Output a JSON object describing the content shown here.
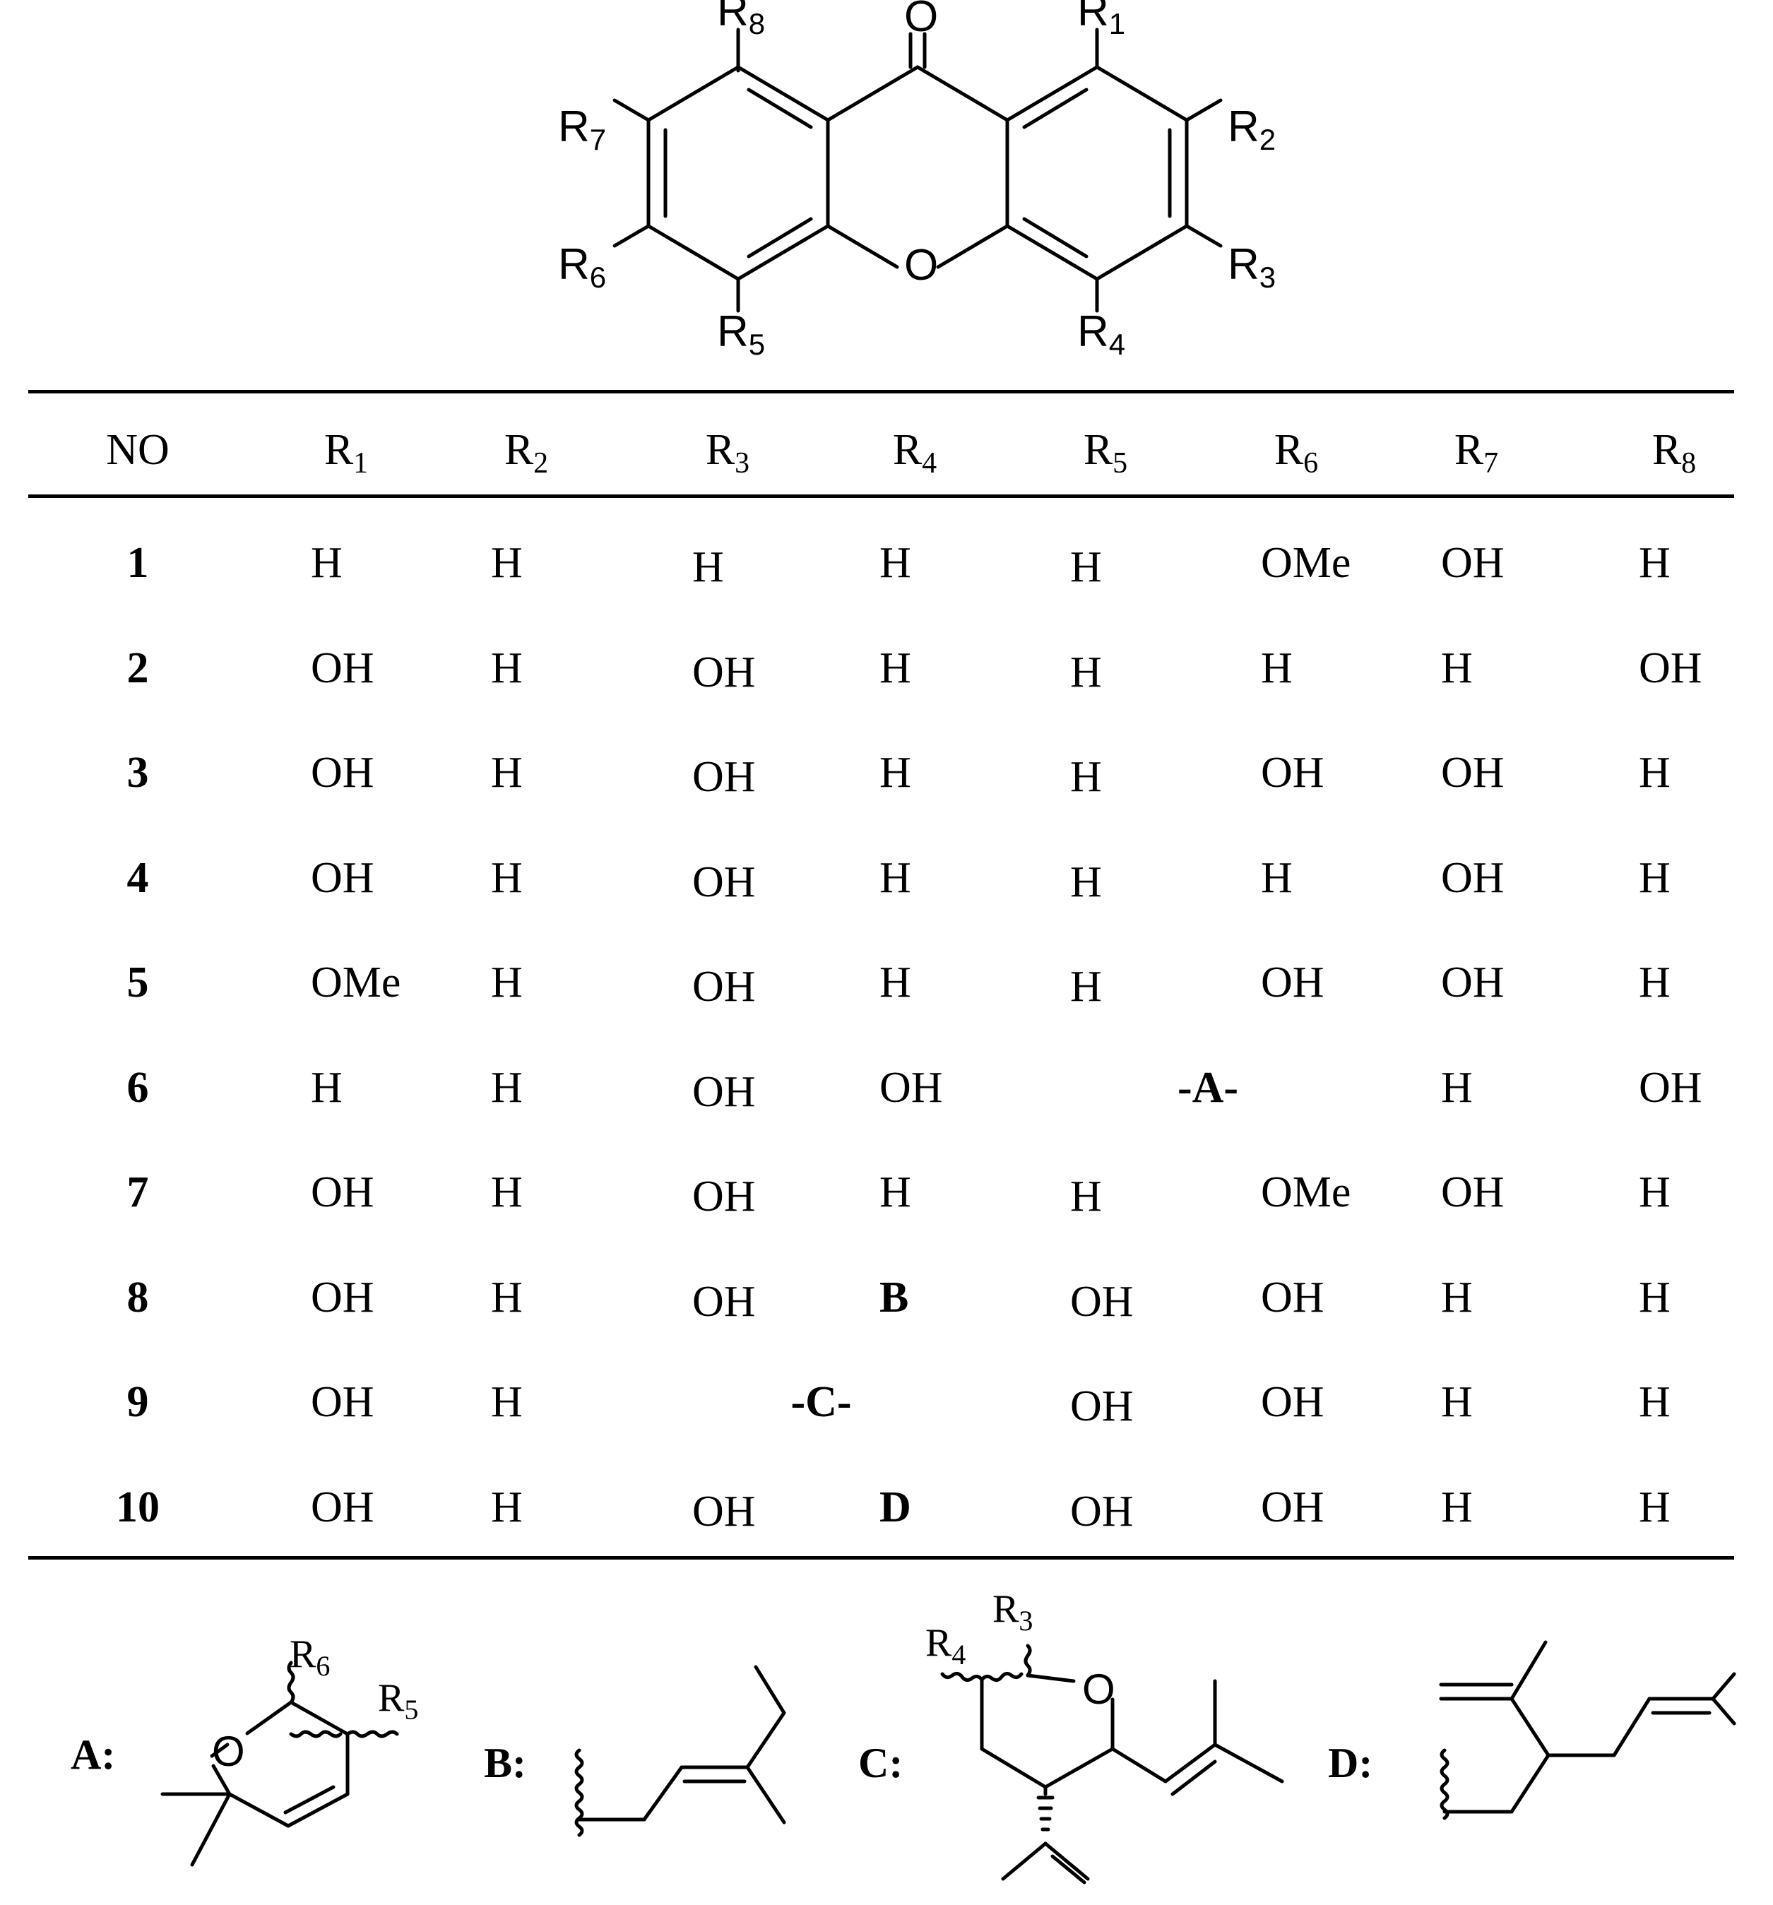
{
  "scaffold": {
    "oxygen_carbonyl": "O",
    "oxygen_ring": "O",
    "substituents": {
      "R1": "R",
      "R1s": "1",
      "R2": "R",
      "R2s": "2",
      "R3": "R",
      "R3s": "3",
      "R4": "R",
      "R4s": "4",
      "R5": "R",
      "R5s": "5",
      "R6": "R",
      "R6s": "6",
      "R7": "R",
      "R7s": "7",
      "R8": "R",
      "R8s": "8"
    }
  },
  "table": {
    "headers": [
      {
        "main": "NO",
        "sub": ""
      },
      {
        "main": "R",
        "sub": "1"
      },
      {
        "main": "R",
        "sub": "2"
      },
      {
        "main": "R",
        "sub": "3"
      },
      {
        "main": "R",
        "sub": "4"
      },
      {
        "main": "R",
        "sub": "5"
      },
      {
        "main": "R",
        "sub": "6"
      },
      {
        "main": "R",
        "sub": "7"
      },
      {
        "main": "R",
        "sub": "8"
      }
    ],
    "rows": [
      {
        "no": "1",
        "cells": [
          "H",
          "H",
          "H",
          "H",
          "H",
          "OMe",
          "OH",
          "H"
        ]
      },
      {
        "no": "2",
        "cells": [
          "OH",
          "H",
          "OH",
          "H",
          "H",
          "H",
          "H",
          "OH"
        ]
      },
      {
        "no": "3",
        "cells": [
          "OH",
          "H",
          "OH",
          "H",
          "H",
          "OH",
          "OH",
          "H"
        ]
      },
      {
        "no": "4",
        "cells": [
          "OH",
          "H",
          "OH",
          "H",
          "H",
          "H",
          "OH",
          "H"
        ]
      },
      {
        "no": "5",
        "cells": [
          "OMe",
          "H",
          "OH",
          "H",
          "H",
          "OH",
          "OH",
          "H"
        ]
      },
      {
        "no": "6",
        "cells": [
          "H",
          "H",
          "OH",
          "OH",
          "",
          "-A-",
          "H",
          "OH"
        ]
      },
      {
        "no": "7",
        "cells": [
          "OH",
          "H",
          "OH",
          "H",
          "H",
          "OMe",
          "OH",
          "H"
        ]
      },
      {
        "no": "8",
        "cells": [
          "OH",
          "H",
          "OH",
          "B",
          "OH",
          "OH",
          "H",
          "H"
        ]
      },
      {
        "no": "9",
        "cells": [
          "OH",
          "H",
          "",
          "-C-",
          "OH",
          "OH",
          "H",
          "H"
        ]
      },
      {
        "no": "10",
        "cells": [
          "OH",
          "H",
          "OH",
          "D",
          "OH",
          "OH",
          "H",
          "H"
        ]
      }
    ]
  },
  "fragments": {
    "A": {
      "label": "A:",
      "o": "O",
      "r6": "R",
      "r6s": "6",
      "r5": "R",
      "r5s": "5"
    },
    "B": {
      "label": "B:"
    },
    "C": {
      "label": "C:",
      "o": "O",
      "r3": "R",
      "r3s": "3",
      "r4": "R",
      "r4s": "4"
    },
    "D": {
      "label": "D:"
    }
  }
}
